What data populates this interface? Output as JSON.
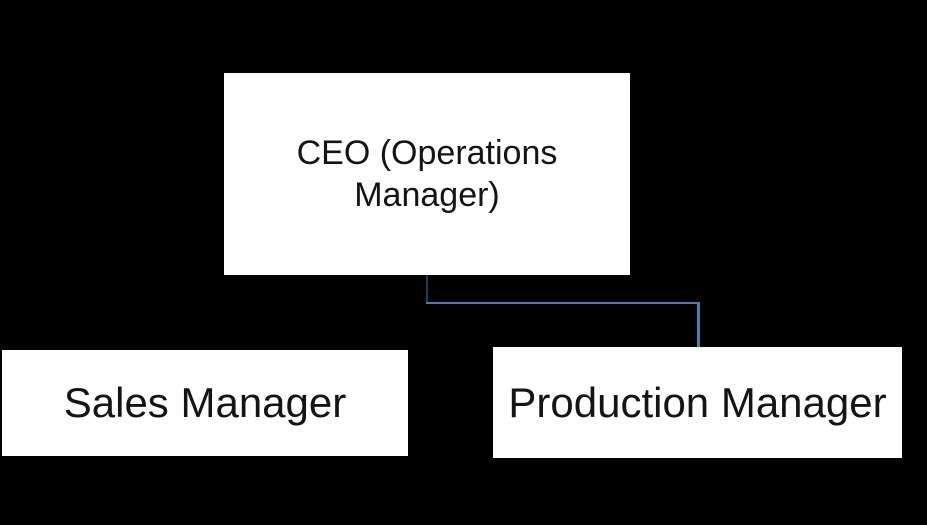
{
  "diagram": {
    "type": "org-chart",
    "background_color": "#000000",
    "node_fill_color": "#ffffff",
    "node_text_color": "#141414",
    "nodes": [
      {
        "id": "ceo",
        "label": "CEO (Operations Manager)",
        "level": 1
      },
      {
        "id": "sales",
        "label": "Sales Manager",
        "level": 2
      },
      {
        "id": "production",
        "label": "Production Manager",
        "level": 2
      }
    ],
    "connectors": [
      {
        "from": "ceo",
        "to": "production",
        "style": "elbow",
        "stem_color": "#1e3a5c",
        "elbow_color": "#4f7cab"
      }
    ]
  }
}
